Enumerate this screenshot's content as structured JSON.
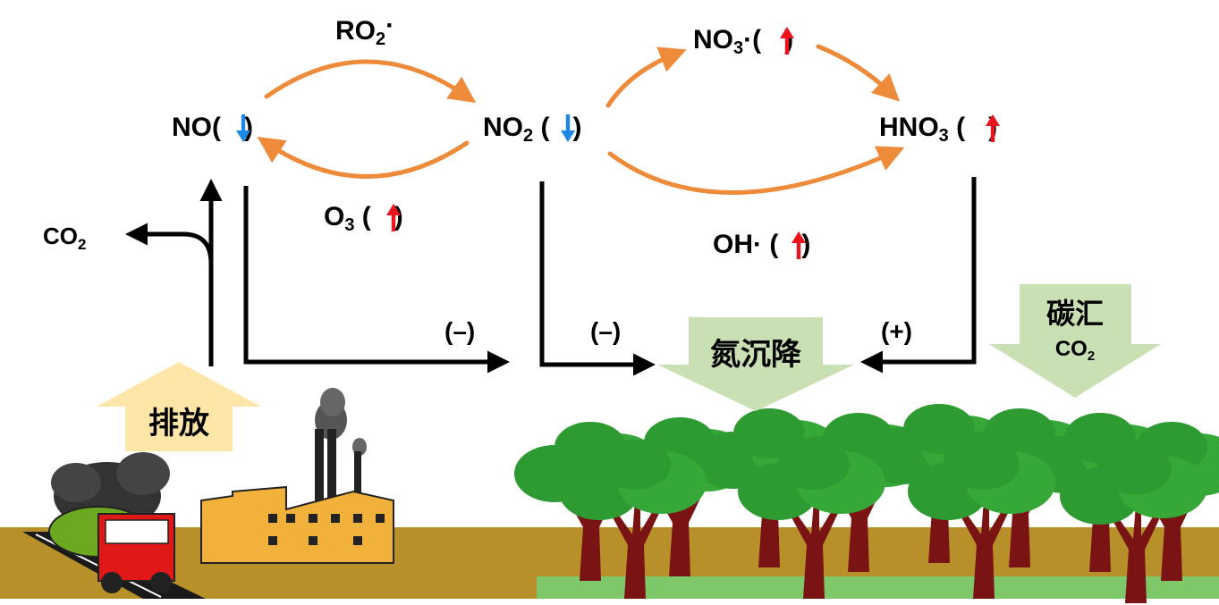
{
  "species": {
    "no": {
      "main": "NO(",
      "close": ")"
    },
    "no2": {
      "main": "NO",
      "sub": "2",
      "open": " (",
      "close": ")"
    },
    "no3": {
      "main": "NO",
      "sub": "3",
      "open": "·(",
      "close": ")"
    },
    "hno3": {
      "main": "HNO",
      "sub": "3",
      "open": " (",
      "close": ")"
    },
    "ro2": {
      "main": "RO",
      "sub": "2",
      "dot": "·"
    },
    "o3": {
      "main": "O",
      "sub": "3",
      "open": " (",
      "close": ")"
    },
    "oh": {
      "main": "OH·",
      "open": " (",
      "close": ")"
    },
    "co2_emission": {
      "main": "CO",
      "sub": "2"
    }
  },
  "effects": {
    "left": "(–)",
    "middle": "(–)",
    "right": "(+)"
  },
  "labels": {
    "emission": "排放",
    "deposition": "氮沉降",
    "carbon_sink": "碳汇",
    "carbon_sink_main": "CO",
    "carbon_sink_sub": "2"
  },
  "colors": {
    "reaction_arrow": "#EE8B3A",
    "increase": "#E8141E",
    "decrease": "#1E88E5",
    "ground": "#B89029",
    "emission_arrow": "#FDE6A8",
    "deposition_arrow": "#C9E0B4",
    "foliage": "#2E9B32",
    "trunk": "#7A1414",
    "factory": "#F2B13A"
  },
  "icons": {
    "up": "red-up-arrow-icon",
    "down": "blue-down-arrow-icon"
  }
}
